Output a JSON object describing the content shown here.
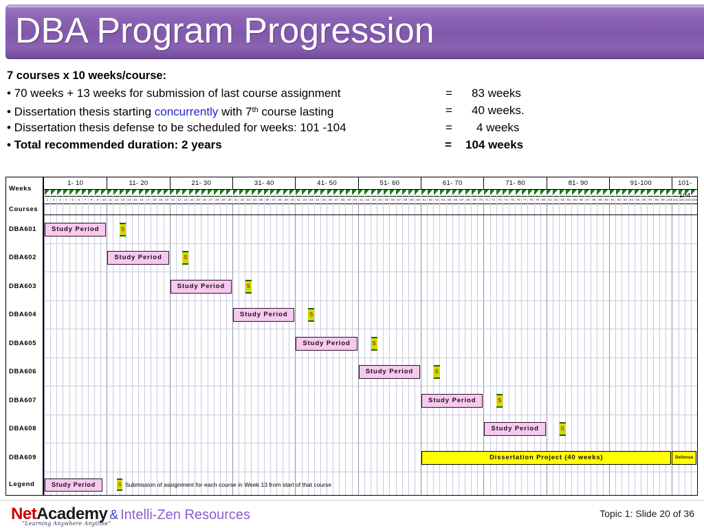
{
  "slide": {
    "title": "DBA Program Progression",
    "title_accent": "#8158ab"
  },
  "bullets": {
    "heading": "7 courses x 10 weeks/course:",
    "items": [
      {
        "text": "• 70 weeks + 13 weeks for submission of last course assignment",
        "eq": "=",
        "value": "83 weeks"
      },
      {
        "text_pre": "• Dissertation thesis starting ",
        "text_link": "concurrently",
        "text_mid": " with 7",
        "text_sup": "th",
        "text_post": " course lasting",
        "eq": "=",
        "value": "40 weeks."
      },
      {
        "text": "• Dissertation thesis defense to be scheduled for weeks: 101 -104",
        "eq": "=",
        "value": "4 weeks"
      },
      {
        "text": "• Total recommended duration: 2 years",
        "eq": "=",
        "value": "104  weeks"
      }
    ]
  },
  "gantt": {
    "weeks_label": "Weeks",
    "courses_label": "Courses",
    "legend_label": "Legend",
    "legend_key_label": "Study Period",
    "legend_s_label": "S",
    "legend_note": "Submission of assignment for each course in Week 13 from start of that course",
    "total_weeks": 104,
    "week_groups": [
      {
        "label": "1- 10",
        "start": 1,
        "end": 10
      },
      {
        "label": "11- 20",
        "start": 11,
        "end": 20
      },
      {
        "label": "21- 30",
        "start": 21,
        "end": 30
      },
      {
        "label": "31- 40",
        "start": 31,
        "end": 40
      },
      {
        "label": "41- 50",
        "start": 41,
        "end": 50
      },
      {
        "label": "51- 60",
        "start": 51,
        "end": 60
      },
      {
        "label": "61- 70",
        "start": 61,
        "end": 70
      },
      {
        "label": "71- 80",
        "start": 71,
        "end": 80
      },
      {
        "label": "81- 90",
        "start": 81,
        "end": 90
      },
      {
        "label": "91-100",
        "start": 91,
        "end": 100
      },
      {
        "label": "101-104",
        "start": 101,
        "end": 104
      }
    ],
    "bar_label": "Study Period",
    "rows": [
      {
        "label": "DBA601",
        "bar_start": 1,
        "bar_end": 10,
        "bar_label": "Study Period",
        "s_week": 13
      },
      {
        "label": "DBA602",
        "bar_start": 11,
        "bar_end": 20,
        "bar_label": "Study Period",
        "s_week": 23
      },
      {
        "label": "DBA603",
        "bar_start": 21,
        "bar_end": 30,
        "bar_label": "Study Period",
        "s_week": 33
      },
      {
        "label": "DBA604",
        "bar_start": 31,
        "bar_end": 40,
        "bar_label": "Study Period",
        "s_week": 43
      },
      {
        "label": "DBA605",
        "bar_start": 41,
        "bar_end": 50,
        "bar_label": "Study Period",
        "s_week": 53
      },
      {
        "label": "DBA606",
        "bar_start": 51,
        "bar_end": 60,
        "bar_label": "Study Period",
        "s_week": 63
      },
      {
        "label": "DBA607",
        "bar_start": 61,
        "bar_end": 70,
        "bar_label": "Study Period",
        "s_week": 73
      },
      {
        "label": "DBA608",
        "bar_start": 71,
        "bar_end": 80,
        "bar_label": "Study Period",
        "s_week": 83
      },
      {
        "label": "DBA609",
        "bar_start": 61,
        "bar_end": 100,
        "bar_label": "Dissertation Project (40 weeks)",
        "defense_start": 101,
        "defense_end": 104,
        "defense_label": "Defense"
      }
    ],
    "colors": {
      "study_period_fill": "#f6c9ee",
      "study_period_border": "#2b0e28",
      "dissertation_fill": "#ffff00",
      "s_marker_fill": "#c8e000",
      "s_marker_border": "#2e5a00",
      "s_marker_text": "#d42c00",
      "sawtooth": "#1e7a1e",
      "gridline": "#c9c9de"
    }
  },
  "footer": {
    "logo_net": "Net",
    "logo_academy": "Academy",
    "logo_amp": "&",
    "logo_partner": "Intelli-Zen Resources",
    "tagline": "“Learning Anywhere Anytime”",
    "slide_meta": "Topic 1:  Slide 20 of 36"
  }
}
